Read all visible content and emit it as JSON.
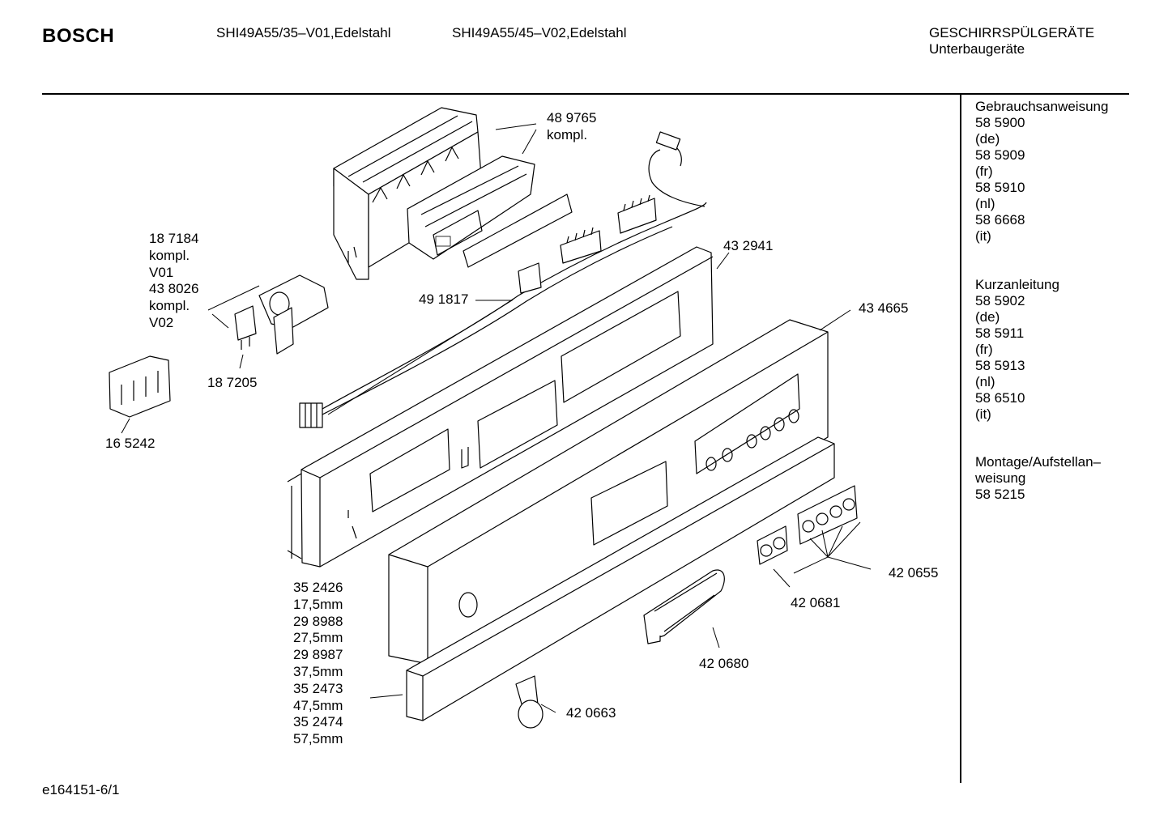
{
  "header": {
    "brand": "BOSCH",
    "model_1": "SHI49A55/35–V01,Edelstahl",
    "model_2": "SHI49A55/45–V02,Edelstahl",
    "category": "GESCHIRRSPÜLGERÄTE",
    "subcategory": "Unterbaugeräte"
  },
  "sidebar": {
    "sections": [
      {
        "title": "Gebrauchsanweisung",
        "lines": [
          "58 5900",
          "(de)",
          "58 5909",
          "(fr)",
          "58 5910",
          "(nl)",
          "58 6668",
          "(it)"
        ]
      },
      {
        "title": "Kurzanleitung",
        "lines": [
          "58 5902",
          "(de)",
          "58 5911",
          "(fr)",
          "58 5913",
          "(nl)",
          "58 6510",
          "(it)"
        ]
      },
      {
        "title": "Montage/Aufstellan–",
        "lines": [
          "weisung",
          "58 5215"
        ]
      }
    ]
  },
  "parts": {
    "p489765": [
      "48 9765",
      "kompl."
    ],
    "p187184": [
      "18 7184",
      "kompl.",
      "V01",
      "43 8026",
      "kompl.",
      "V02"
    ],
    "p432941": "43 2941",
    "p491817": "49 1817",
    "p434665": "43 4665",
    "p187205": "18 7205",
    "p165242": "16 5242",
    "p420655": "42 0655",
    "p420681": "42 0681",
    "p420680": "42 0680",
    "p420663": "42 0663",
    "p352426": [
      "35 2426",
      "17,5mm",
      "29 8988",
      "27,5mm",
      "29 8987",
      "37,5mm",
      "35 2473",
      "47,5mm",
      "35 2474",
      "57,5mm"
    ]
  },
  "footer": {
    "code": "e164151-6/1"
  }
}
